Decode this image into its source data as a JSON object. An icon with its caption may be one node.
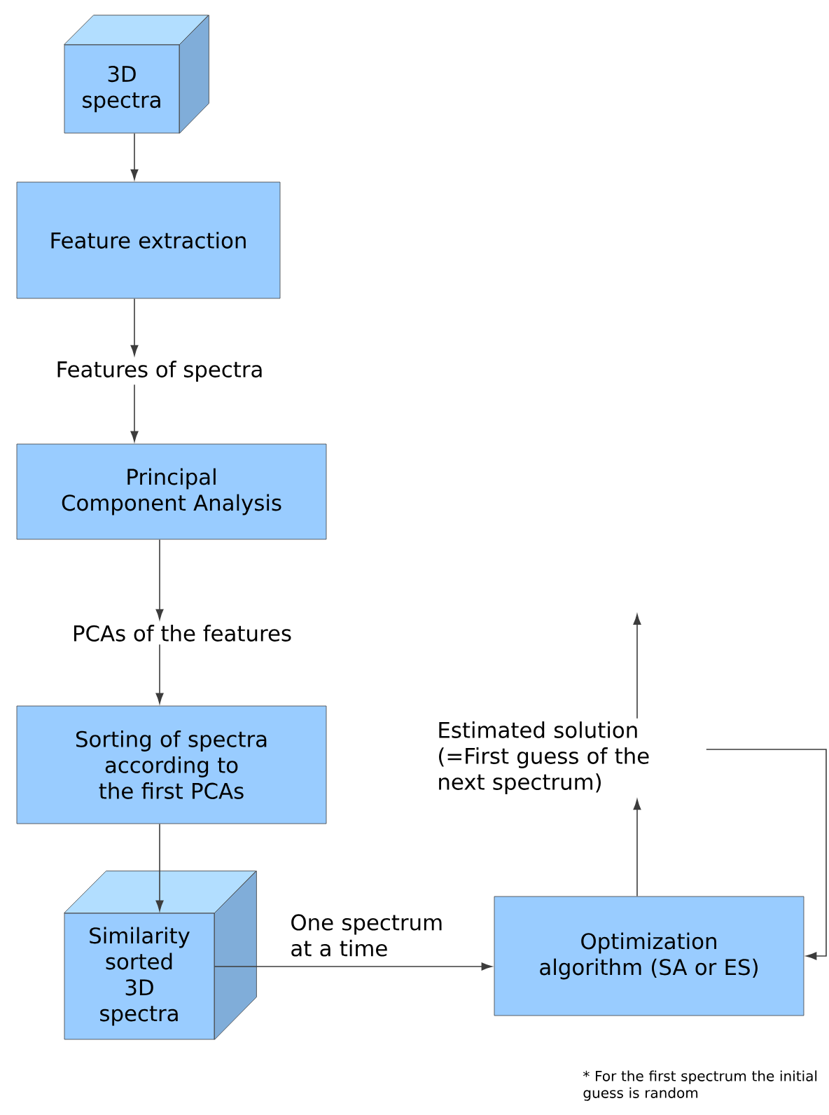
{
  "diagram": {
    "nodes": [
      {
        "text": [
          "3D spectra"
        ]
      },
      {
        "text": [
          "Feature extraction"
        ]
      },
      {
        "text": [
          "Features of spectra"
        ]
      },
      {
        "text": [
          "Principal Component Analysis"
        ]
      },
      {
        "text": [
          "PCAs of the features"
        ]
      },
      {
        "text": [
          "Sorting of spectra according to the first PCAs"
        ]
      },
      {
        "text": [
          "Similarity sorted 3D spectra"
        ]
      },
      {
        "text": [
          "Optimization algorithm (SA or ES)"
        ]
      },
      {
        "text": [
          "Estimated solution (=First guess of the next spectrum)"
        ]
      }
    ],
    "edges": [
      {
        "from": 0,
        "to": 1,
        "arrow": "to"
      },
      {
        "from": 1,
        "to": 2,
        "arrow": "to"
      },
      {
        "from": 2,
        "to": 3,
        "arrow": "to"
      },
      {
        "from": 3,
        "to": 4,
        "arrow": "to"
      },
      {
        "from": 4,
        "to": 5,
        "arrow": "to"
      },
      {
        "from": 5,
        "to": 6,
        "arrow": "to"
      },
      {
        "from": 6,
        "to": 7,
        "arrow": "to",
        "label": "One spectrum at a time"
      },
      {
        "from": 7,
        "to": 8,
        "arrow": "to"
      },
      {
        "from": 8,
        "to": null,
        "arrow": "to"
      },
      {
        "from": 8,
        "to": 7,
        "arrow": "to"
      }
    ],
    "labels": [
      "* For the first spectrum the initial guess is random"
    ]
  }
}
